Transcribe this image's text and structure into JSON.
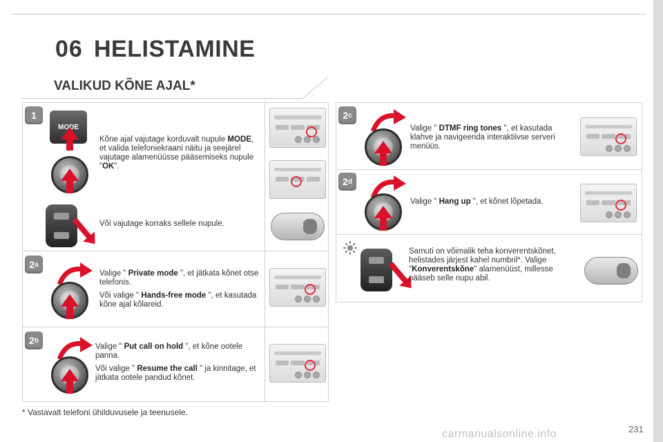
{
  "header": {
    "chapter_number": "06",
    "chapter_title": "HELISTAMINE",
    "section_title": "VALIKUD KÕNE AJAL*"
  },
  "steps": {
    "s1": {
      "badge_main": "1",
      "mode_label": "MODE",
      "text_a_pre": "Kõne ajal vajutage korduvalt nupule ",
      "text_a_b1": "MODE",
      "text_a_mid": ", et valida telefoniekraani näitu ja seejärel vajutage alamenüüsse pääsemiseks nupule \"",
      "text_a_b2": "OK",
      "text_a_post": "\".",
      "text_b": "Või vajutage korraks sellele nupule."
    },
    "s2a": {
      "badge_main": "2",
      "badge_sub": "a",
      "p1_pre": "Valige \" ",
      "p1_b": "Private mode",
      "p1_post": " \", et jätkata kõnet otse telefonis.",
      "p2_pre": "Või valige \" ",
      "p2_b": "Hands-free mode",
      "p2_post": " \", et kasutada kõne ajal kõlareid."
    },
    "s2b": {
      "badge_main": "2",
      "badge_sub": "b",
      "p1_pre": "Valige \" ",
      "p1_b": "Put call on hold",
      "p1_post": " \", et kõne ootele panna.",
      "p2_pre": "Või valige \" ",
      "p2_b": "Resume the call",
      "p2_post": " \" ja kinnitage, et jätkata ootele pandud kõnet."
    },
    "s2c": {
      "badge_main": "2",
      "badge_sub": "c",
      "p1_pre": "Valige \" ",
      "p1_b": "DTMF ring tones",
      "p1_post": " \", et kasutada klahve ja navigeerida interaktiivse serveri menüüs."
    },
    "s2d": {
      "badge_main": "2",
      "badge_sub": "d",
      "p1_pre": "Valige \" ",
      "p1_b": "Hang up",
      "p1_post": " \", et kõnet lõpetada."
    },
    "tip": {
      "p1_pre": "Samuti on võimalik teha konverentskõnet, helistades järjest kahel numbril*. Valige \"",
      "p1_b": "Konverentskõne",
      "p1_post": "\" alamenüüst, millesse pääseb selle nupu abil."
    }
  },
  "footnote": "* Vastavalt telefoni ühilduvusele ja teenusele.",
  "page_number": "231",
  "watermark": "carmanualsonline.info",
  "colors": {
    "accent_red": "#d9122a",
    "panel_border": "#d0d0d0",
    "badge_gray": "#8a8a8a"
  }
}
